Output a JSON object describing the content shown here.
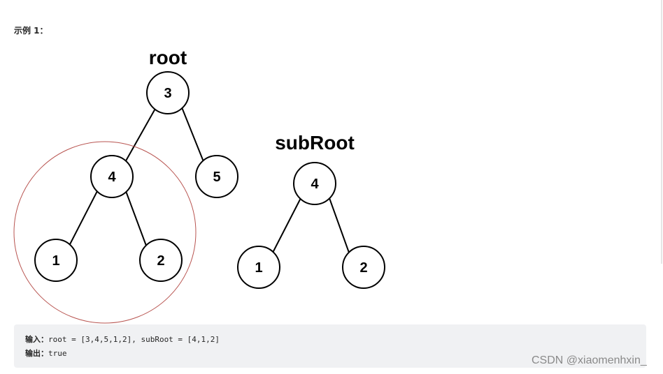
{
  "example_label": "示例 1：",
  "root_tree": {
    "title": "root",
    "nodes": [
      "3",
      "4",
      "5",
      "1",
      "2"
    ]
  },
  "subroot_tree": {
    "title": "subRoot",
    "nodes": [
      "4",
      "1",
      "2"
    ]
  },
  "io": {
    "input_label": "输入：",
    "input_value": "root = [3,4,5,1,2], subRoot = [4,1,2]",
    "output_label": "输出：",
    "output_value": "true"
  },
  "watermark": "CSDN @xiaomenhxin_",
  "colors": {
    "highlight_ring": "#b85450",
    "io_background": "#f0f1f3"
  }
}
